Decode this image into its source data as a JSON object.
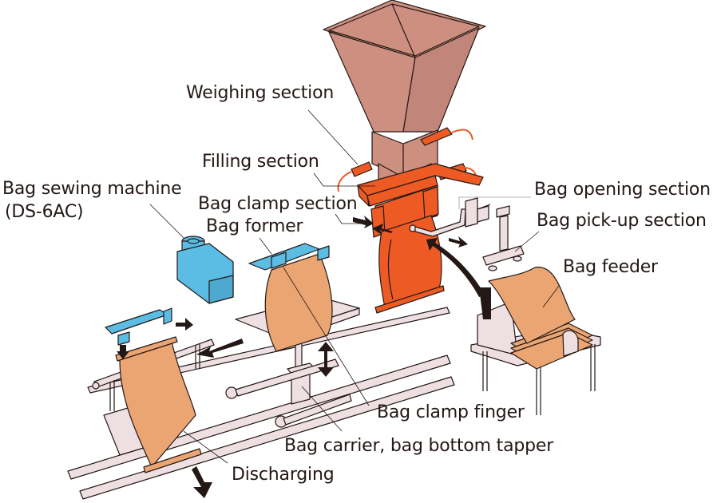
{
  "diagram": {
    "title": "Automatic bagging system components",
    "colors": {
      "hopper": "#CD8F80",
      "orange_frame": "#EE5A24",
      "bag": "#EBA573",
      "blue_parts": "#5BBCE4",
      "frame_gray": "#EEDFE3",
      "arrow": "#231815",
      "outline": "#231815"
    },
    "labels": {
      "weighing": "Weighing section",
      "filling": "Filling section",
      "sewing_machine": "Bag sewing machine",
      "sewing_model": "(DS-6AC)",
      "clamp_section": "Bag clamp section",
      "former": "Bag former",
      "opening": "Bag opening section",
      "pickup": "Bag pick-up section",
      "feeder": "Bag feeder",
      "clamp_finger": "Bag clamp finger",
      "carrier": "Bag carrier, bag bottom tapper",
      "discharging": "Discharging"
    }
  }
}
